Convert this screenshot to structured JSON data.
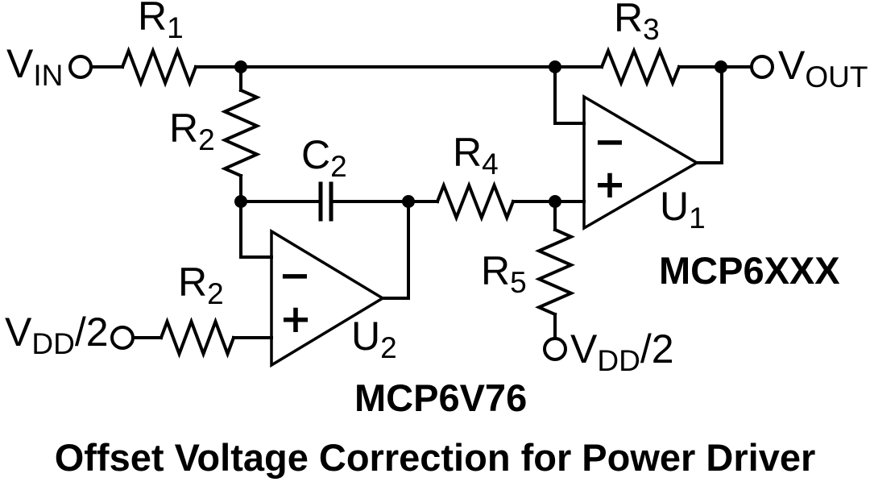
{
  "title": "Offset Voltage Correction for Power Driver",
  "colors": {
    "line": "#000000",
    "text": "#000000",
    "background": "#ffffff"
  },
  "terminals": {
    "vin": {
      "main": "V",
      "sub": "IN",
      "suffix": ""
    },
    "vout": {
      "main": "V",
      "sub": "OUT",
      "suffix": ""
    },
    "vdd_left": {
      "main": "V",
      "sub": "DD",
      "suffix": "/2"
    },
    "vdd_right": {
      "main": "V",
      "sub": "DD",
      "suffix": "/2"
    }
  },
  "components": {
    "r1": {
      "main": "R",
      "sub": "1"
    },
    "r2_feedback": {
      "main": "R",
      "sub": "2"
    },
    "r2_input": {
      "main": "R",
      "sub": "2"
    },
    "r3": {
      "main": "R",
      "sub": "3"
    },
    "r4": {
      "main": "R",
      "sub": "4"
    },
    "r5": {
      "main": "R",
      "sub": "5"
    },
    "c2": {
      "main": "C",
      "sub": "2"
    }
  },
  "opamps": {
    "u1": {
      "ref_main": "U",
      "ref_sub": "1",
      "part_number": "MCP6XXX",
      "inverting_symbol": "−",
      "noninverting_symbol": "+"
    },
    "u2": {
      "ref_main": "U",
      "ref_sub": "2",
      "part_number": "MCP6V76",
      "inverting_symbol": "−",
      "noninverting_symbol": "+"
    }
  }
}
